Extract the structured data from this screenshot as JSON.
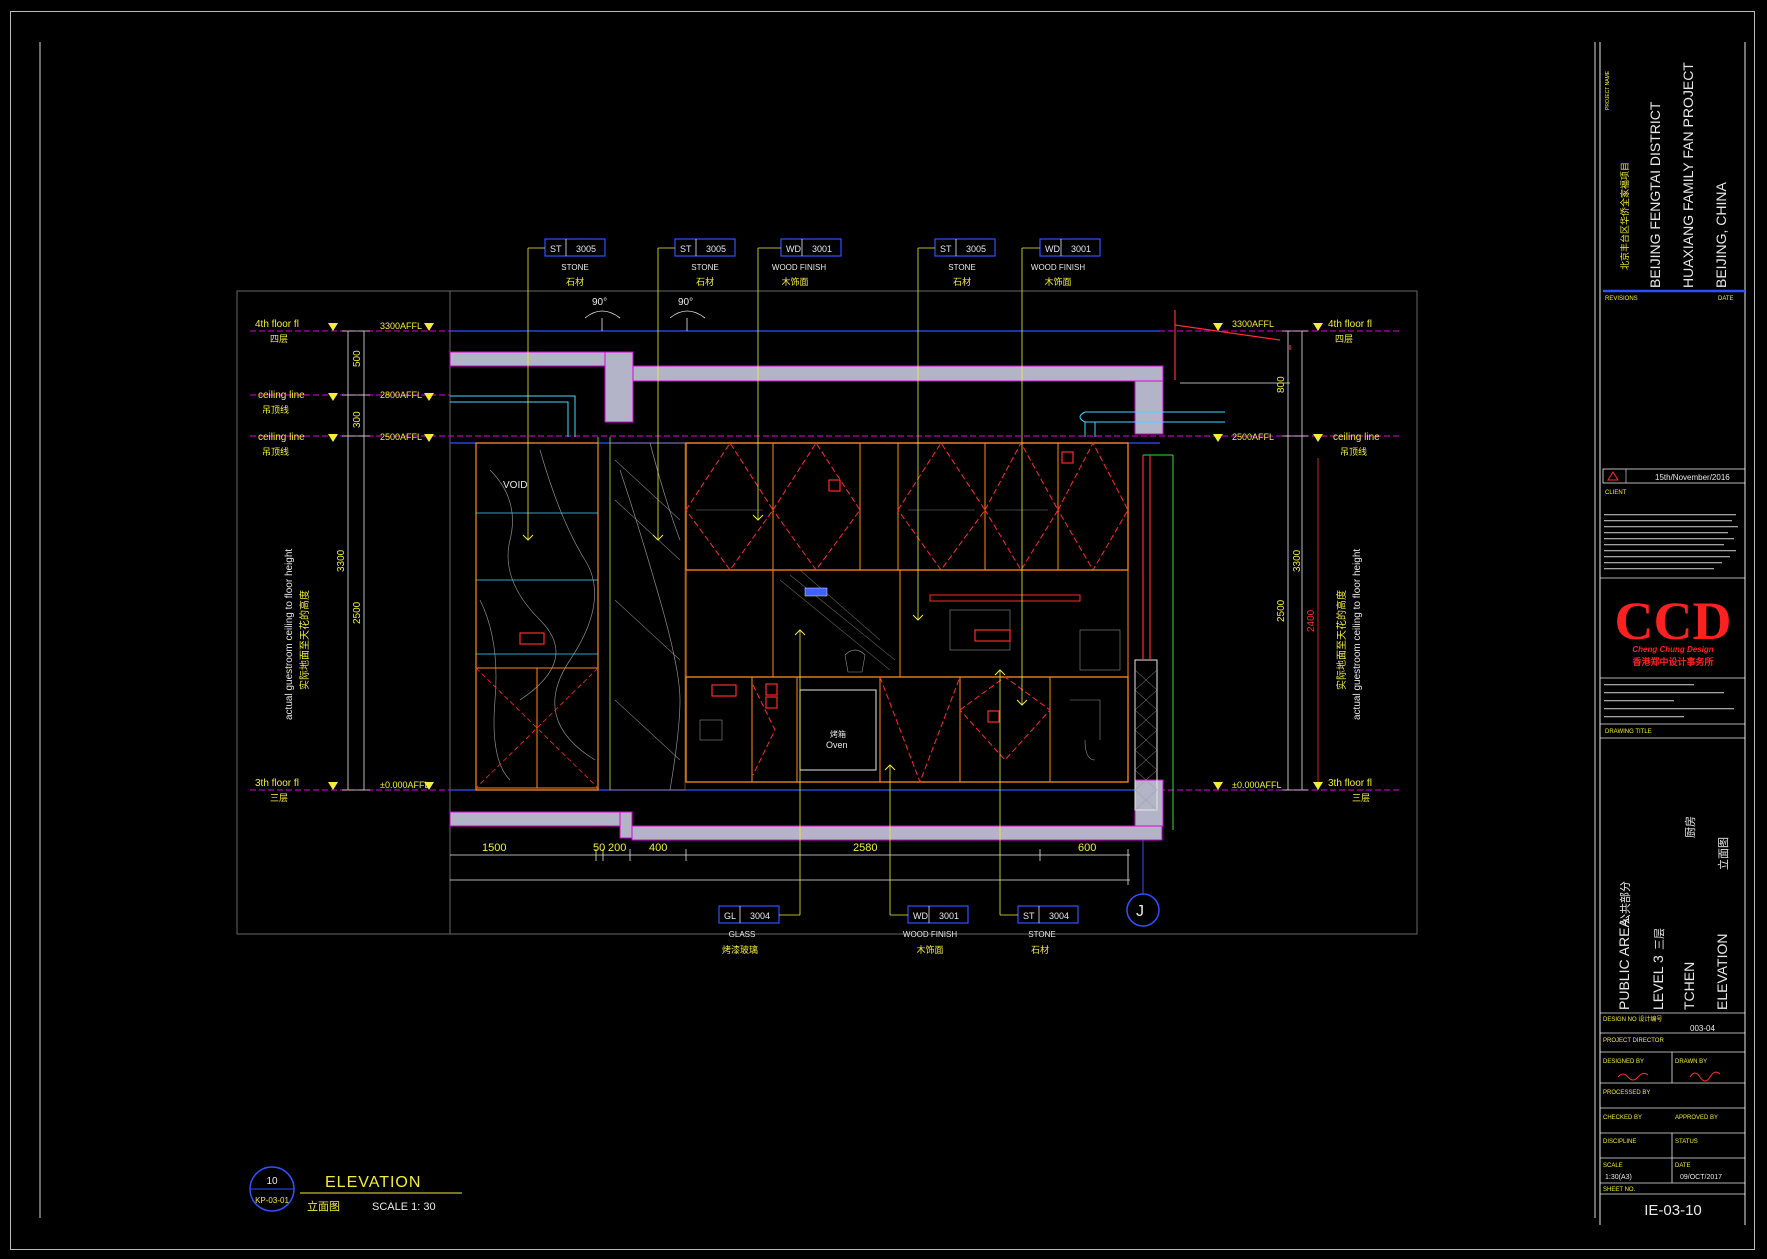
{
  "tags_top": [
    {
      "code": "ST",
      "num": "3005",
      "en": "STONE",
      "cn": "石材"
    },
    {
      "code": "ST",
      "num": "3005",
      "en": "STONE",
      "cn": "石材"
    },
    {
      "code": "WD",
      "num": "3001",
      "en": "WOOD FINISH",
      "cn": "木饰面"
    },
    {
      "code": "ST",
      "num": "3005",
      "en": "STONE",
      "cn": "石材"
    },
    {
      "code": "WD",
      "num": "3001",
      "en": "WOOD FINISH",
      "cn": "木饰面"
    }
  ],
  "tags_bottom": [
    {
      "code": "GL",
      "num": "3004",
      "en": "GLASS",
      "cn": "烤漆玻璃"
    },
    {
      "code": "WD",
      "num": "3001",
      "en": "WOOD FINISH",
      "cn": "木饰面"
    },
    {
      "code": "ST",
      "num": "3004",
      "en": "STONE",
      "cn": "石材"
    }
  ],
  "angles": [
    "90°",
    "90°"
  ],
  "levels_left": [
    {
      "label": "4th floor fl",
      "cn": "四层",
      "value": "3300AFFL"
    },
    {
      "label": "ceiling line",
      "cn": "吊顶线",
      "value": "2800AFFL"
    },
    {
      "label": "ceiling line",
      "cn": "吊顶线",
      "value": "2500AFFL"
    },
    {
      "label": "3th floor fl",
      "cn": "三层",
      "value": "±0.000AFFL"
    }
  ],
  "levels_right": [
    {
      "label": "4th floor fl",
      "cn": "四层",
      "value": "3300AFFL"
    },
    {
      "label": "ceiling line",
      "cn": "吊顶线",
      "value": "2500AFFL"
    },
    {
      "label": "3th floor fl",
      "cn": "三层",
      "value": "±0.000AFFL"
    }
  ],
  "dims_left": [
    "500",
    "300",
    "3300",
    "2500"
  ],
  "dims_right": [
    "800",
    "3300",
    "2500",
    "2400"
  ],
  "vertical_note_en": "actual guestroom ceiling to floor height",
  "vertical_note_cn": "实际地面至天花的高度",
  "dims_bottom": [
    "1500",
    "50",
    "200",
    "400",
    "2580",
    "600"
  ],
  "inner_labels": {
    "void": "VOID",
    "oven": "Oven",
    "oven_cn": "烤箱"
  },
  "grid_bubble": "J",
  "view": {
    "number": "10",
    "ref": "KP-03-01",
    "title": "ELEVATION",
    "title_cn": "立面图",
    "scale": "SCALE  1:  30"
  },
  "title_block": {
    "project_name_label": "PROJECT NAME",
    "project_cn": "北京丰台区华侨全家福项目",
    "project_line1": "BEIJING FENGTAI DISTRICT",
    "project_line2": "HUAXIANG FAMILY FAN PROJECT",
    "project_line3": "BEIJING, CHINA",
    "revisions_label": "REVISIONS",
    "date_label": "DATE",
    "revision_date": "15th/November/2016",
    "client_label": "CLIENT",
    "logo": "CCD",
    "logo_en": "Cheng Chung Design",
    "logo_cn": "香港郑中设计事务所",
    "drawing_title_label": "DRAWING TITLE",
    "area_line1": "PUBLIC AREA",
    "area_line1_cn": "公共部分",
    "area_line2": "LEVEL 3",
    "area_line2_cn": "三层",
    "area_line3": "TCHEN",
    "area_line3_cn": "厨房",
    "area_line4": "ELEVATION",
    "area_line4_cn": "立面图",
    "design_no_label": "DESIGN NO 设计编号",
    "design_no": "003-04",
    "project_director_label": "PROJECT DIRECTOR",
    "designed_by_label": "DESIGNED BY",
    "drawn_by_label": "DRAWN BY",
    "processed_by_label": "PROCESSED BY",
    "checked_by_label": "CHECKED BY",
    "approved_by_label": "APPROVED BY",
    "discipline_label": "DISCIPLINE",
    "status_label": "STATUS",
    "scale_label": "SCALE",
    "scale_value": "1:30(A3)",
    "date_value": "09/OCT/2017",
    "sheet_no_label": "SHEET NO.",
    "sheet_no": "IE-03-10"
  },
  "colors": {
    "yellow": "#f4ec39",
    "magenta": "#e000e0",
    "red": "#ff2a2a",
    "orange": "#ff8a1a",
    "cyan": "#3fd8ff",
    "green": "#39e039",
    "blue": "#3050ff",
    "gray": "#b4b4c8",
    "white": "#e8e8e8"
  }
}
